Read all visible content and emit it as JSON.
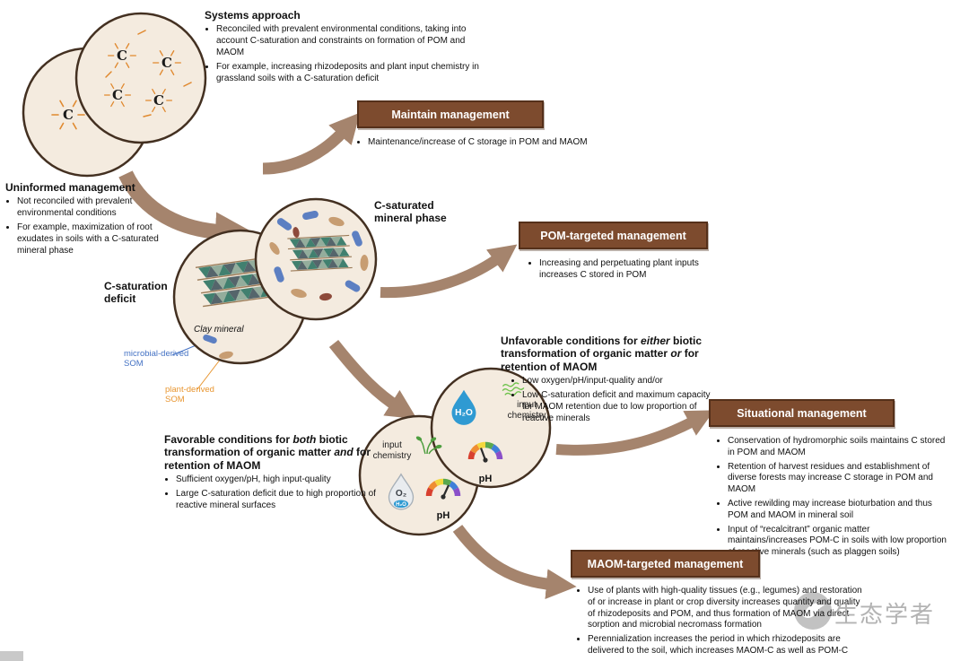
{
  "colors": {
    "management_box": "#7d4b2e",
    "management_box_border": "#55301a",
    "arrow": "#a5846d",
    "circle_fill": "#f4ebdf",
    "circle_border": "#433021",
    "microbial_label": "#4472c4",
    "plant_label": "#e8952f"
  },
  "symbols": {
    "c": "C",
    "h2o": "H₂O",
    "o2": "O₂",
    "ph": "pH"
  },
  "systems_approach": {
    "title": "Systems approach",
    "bullets": [
      "Reconciled with prevalent environmental conditions, taking into account C-saturation and constraints on formation of POM and MAOM",
      "For example, increasing rhizodeposits and plant input chemistry in grassland soils with a C-saturation deficit"
    ]
  },
  "uninformed": {
    "title": "Uninformed management",
    "bullets": [
      "Not reconciled with prevalent environmental conditions",
      "For example, maximization of root exudates in soils with a C-saturated mineral phase"
    ]
  },
  "maintain": {
    "label": "Maintain management",
    "bullets": [
      "Maintenance/increase of C storage in POM and MAOM"
    ]
  },
  "pom": {
    "label": "POM-targeted management",
    "bullets": [
      "Increasing and perpetuating plant inputs increases C stored in POM"
    ]
  },
  "situational": {
    "label": "Situational management",
    "bullets": [
      "Conservation of hydromorphic soils maintains C stored in POM and MAOM",
      "Retention of harvest residues and establishment of diverse forests may increase C storage in POM and MAOM",
      "Active rewilding may increase bioturbation and thus POM and MAOM in mineral soil",
      "Input of “recalcitrant” organic matter maintains/increases POM-C in soils with low proportion of reactive minerals (such as plaggen soils)"
    ]
  },
  "maom": {
    "label": "MAOM-targeted management",
    "bullets": [
      "Use of plants with high-quality tissues (e.g., legumes) and restoration of or increase in plant or crop diversity increases quantity and quality of rhizodeposits and POM, and thus formation of MAOM via direct sorption and microbial necromass formation",
      "Perennialization increases the period in which rhizodeposits are delivered to the soil, which increases MAOM-C as well as POM-C"
    ]
  },
  "unfavorable": {
    "title_parts": [
      {
        "t": "Unfavorable conditions for ",
        "i": false
      },
      {
        "t": "either",
        "i": true
      },
      {
        "t": " biotic transformation of organic matter ",
        "i": false
      },
      {
        "t": "or",
        "i": true
      },
      {
        "t": " for retention of MAOM",
        "i": false
      }
    ],
    "bullets": [
      "Low oxygen/pH/input-quality and/or",
      "Low C-saturation deficit and maximum capacity for MAOM retention due to low proportion of reactive minerals"
    ]
  },
  "favorable": {
    "title_parts": [
      {
        "t": "Favorable conditions for ",
        "i": false
      },
      {
        "t": "both",
        "i": true
      },
      {
        "t": " biotic transformation of organic matter ",
        "i": false
      },
      {
        "t": "and",
        "i": true
      },
      {
        "t": " for retention of MAOM",
        "i": false
      }
    ],
    "bullets": [
      "Sufficient oxygen/pH, high input-quality",
      "Large C-saturation deficit due to high proportion of reactive mineral surfaces"
    ]
  },
  "labels": {
    "c_saturated": "C-saturated mineral phase",
    "c_saturation_deficit": "C-saturation deficit",
    "clay_mineral": "Clay mineral",
    "microbial_som": "microbial-derived SOM",
    "plant_som": "plant-derived SOM",
    "input_chemistry": "input chemistry"
  },
  "watermark": {
    "text": "生态学者"
  }
}
